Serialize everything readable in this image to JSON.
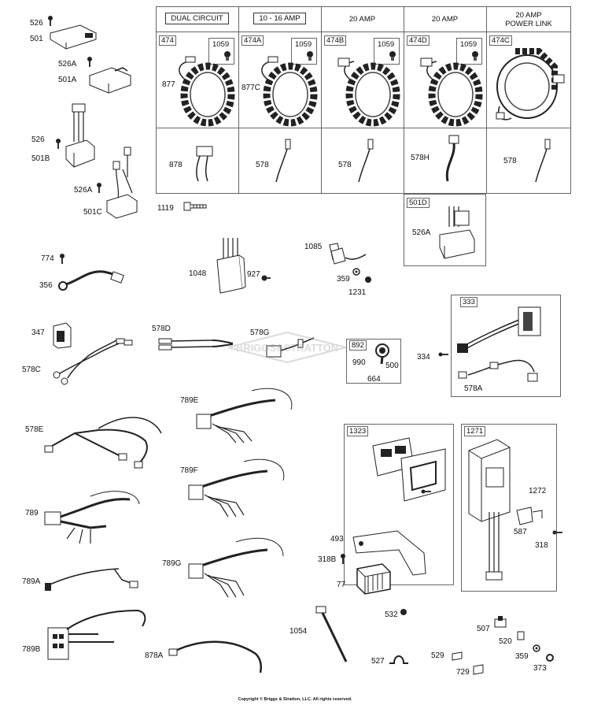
{
  "headers": {
    "dual_circuit": "DUAL CIRCUIT",
    "amp_10_16": "10 - 16 AMP",
    "amp_20_a": "20 AMP",
    "amp_20_b": "20 AMP",
    "power_link_1": "20 AMP",
    "power_link_2": "POWER LINK"
  },
  "box_tags": {
    "t474": "474",
    "t474a": "474A",
    "t474b": "474B",
    "t474d": "474D",
    "t474c": "474C",
    "t1059a": "1059",
    "t1059b": "1059",
    "t1059c": "1059",
    "t1059d": "1059",
    "t501d": "501D",
    "t333": "333",
    "t892": "892",
    "t1323": "1323",
    "t1271": "1271"
  },
  "parts": {
    "p526_top": "526",
    "p501": "501",
    "p526a_1": "526A",
    "p501a": "501A",
    "p526_mid": "526",
    "p501b": "501B",
    "p526a_2": "526A",
    "p501c": "501C",
    "p877": "877",
    "p877c": "877C",
    "p878": "878",
    "p578_1": "578",
    "p578_2": "578",
    "p578h": "578H",
    "p578_3": "578",
    "p1119": "1119",
    "p526a_3": "526A",
    "p774": "774",
    "p356": "356",
    "p1048": "1048",
    "p927": "927",
    "p1085": "1085",
    "p359_1": "359",
    "p1231": "1231",
    "p347": "347",
    "p578c": "578C",
    "p578d": "578D",
    "p578g": "578G",
    "p990": "990",
    "p500": "500",
    "p664": "664",
    "p334": "334",
    "p578a": "578A",
    "p578e": "578E",
    "p789e": "789E",
    "p789f": "789F",
    "p789": "789",
    "p789g": "789G",
    "p789a": "789A",
    "p789b": "789B",
    "p878a": "878A",
    "p1054": "1054",
    "p493": "493",
    "p318b": "318B",
    "p77": "77",
    "p532": "532",
    "p527": "527",
    "p529": "529",
    "p729": "729",
    "p1272": "1272",
    "p587": "587",
    "p318": "318",
    "p507": "507",
    "p520": "520",
    "p359_2": "359",
    "p373": "373"
  },
  "watermark": "BRIGGS&STRATTON",
  "copyright": "Copyright © Briggs & Stratton, LLC. All rights reserved."
}
